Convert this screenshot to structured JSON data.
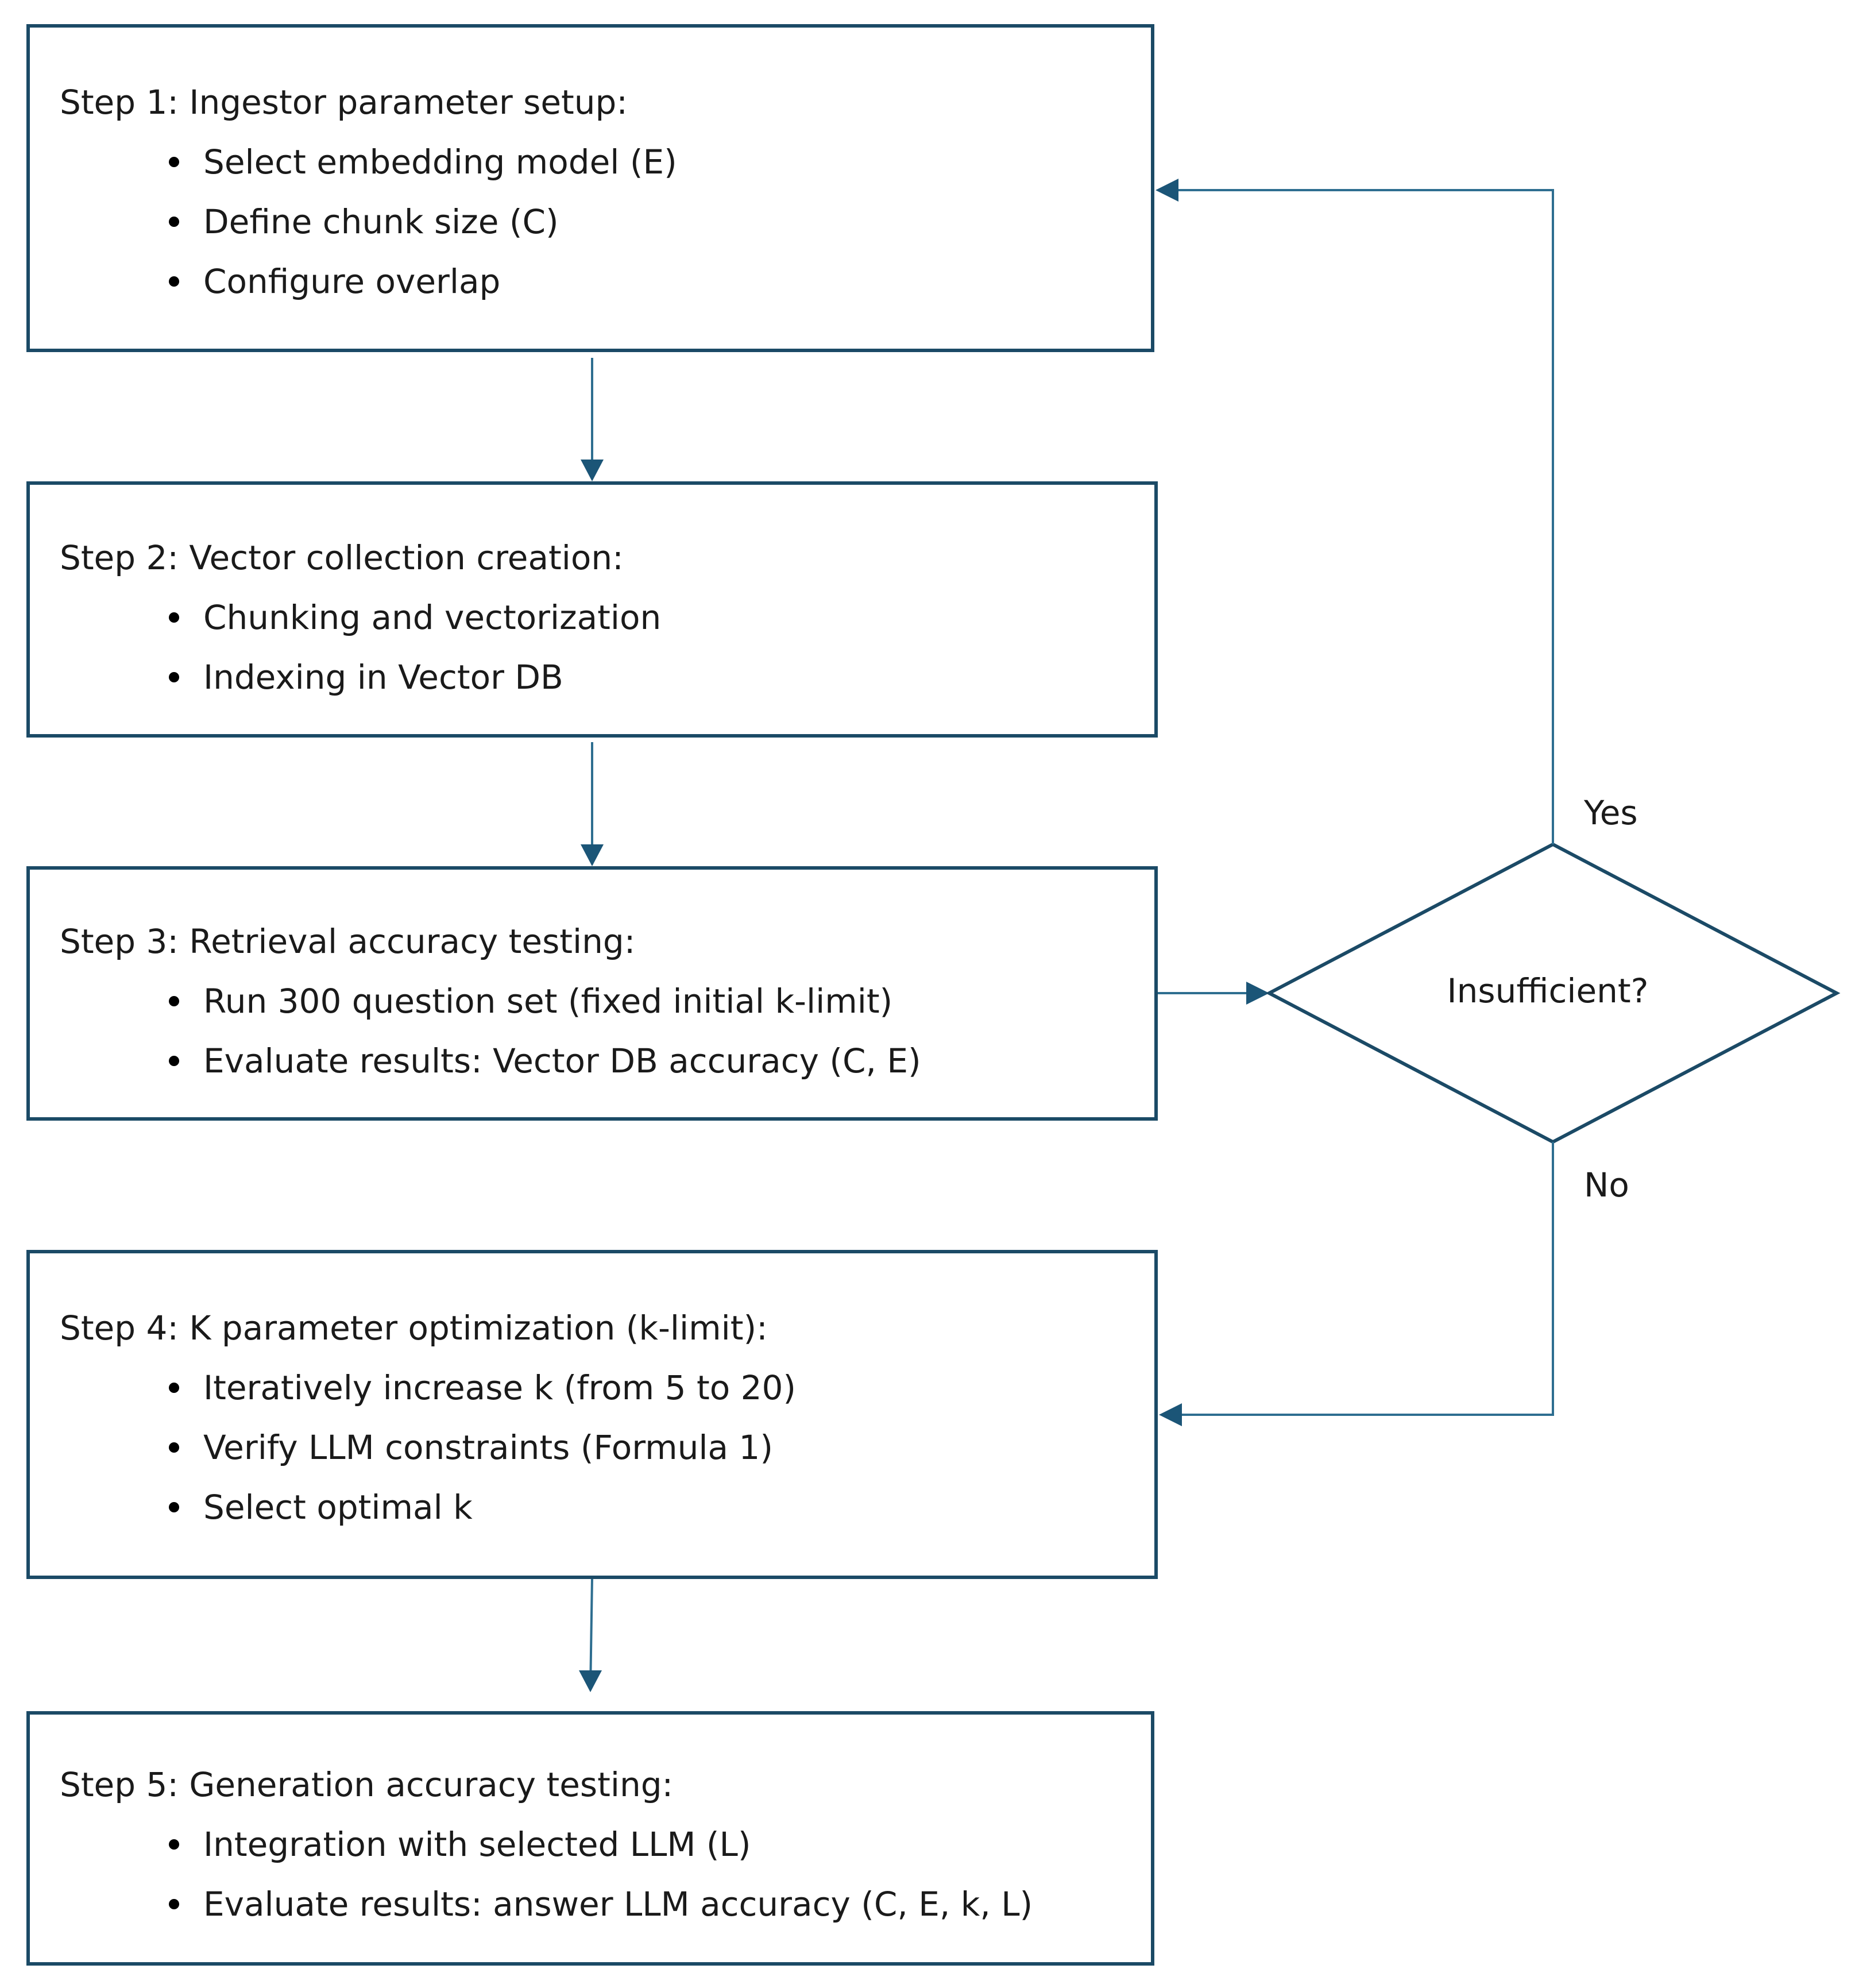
{
  "steps": [
    {
      "title": "Step 1: Ingestor parameter setup:",
      "items": [
        "Select embedding model (E)",
        "Define chunk size (C)",
        "Configure overlap"
      ]
    },
    {
      "title": "Step 2: Vector collection creation:",
      "items": [
        "Chunking and vectorization",
        "Indexing in Vector DB"
      ]
    },
    {
      "title": "Step 3: Retrieval accuracy testing:",
      "items": [
        "Run 300 question set (fixed initial k-limit)",
        "Evaluate results: Vector DB accuracy (C, E)"
      ]
    },
    {
      "title": "Step 4: K parameter optimization (k-limit):",
      "items": [
        "Iteratively increase k (from 5 to 20)",
        "Verify LLM constraints (Formula 1)",
        "Select optimal k"
      ]
    },
    {
      "title": "Step 5: Generation accuracy testing:",
      "items": [
        "Integration with selected LLM (L)",
        "Evaluate results: answer LLM accuracy (C, E, k, L)"
      ]
    }
  ],
  "decision": {
    "label": "Insufficient?",
    "yes_label": "Yes",
    "no_label": "No"
  },
  "colors": {
    "border": "#1b4a66",
    "connector": "#2e6e90",
    "text": "#1a1a1a",
    "background": "#ffffff"
  }
}
